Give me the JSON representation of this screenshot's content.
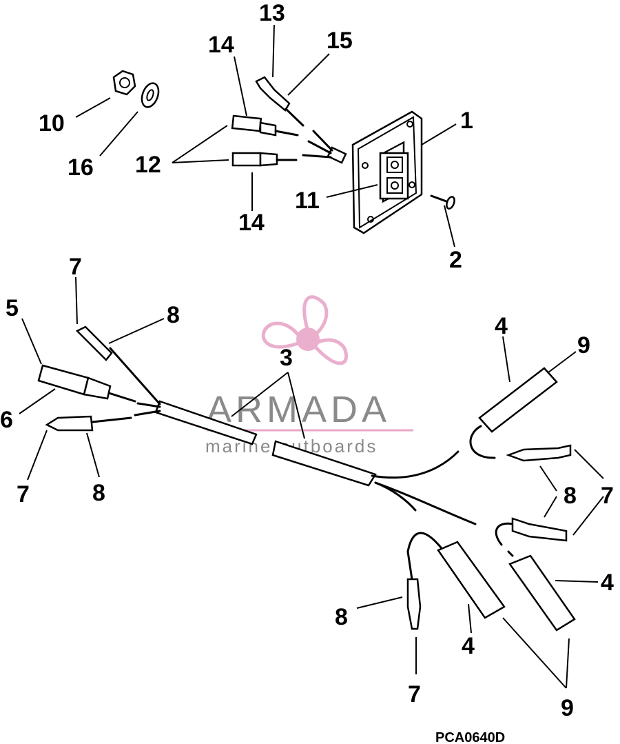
{
  "callouts": [
    {
      "id": "c13",
      "text": "13"
    },
    {
      "id": "c14a",
      "text": "14"
    },
    {
      "id": "c15",
      "text": "15"
    },
    {
      "id": "c10",
      "text": "10"
    },
    {
      "id": "c1",
      "text": "1"
    },
    {
      "id": "c16",
      "text": "16"
    },
    {
      "id": "c12",
      "text": "12"
    },
    {
      "id": "c11",
      "text": "11"
    },
    {
      "id": "c14b",
      "text": "14"
    },
    {
      "id": "c2",
      "text": "2"
    },
    {
      "id": "c7a",
      "text": "7"
    },
    {
      "id": "c5",
      "text": "5"
    },
    {
      "id": "c8a",
      "text": "8"
    },
    {
      "id": "c3",
      "text": "3"
    },
    {
      "id": "c4a",
      "text": "4"
    },
    {
      "id": "c9a",
      "text": "9"
    },
    {
      "id": "c6",
      "text": "6"
    },
    {
      "id": "c7b",
      "text": "7"
    },
    {
      "id": "c8b",
      "text": "8"
    },
    {
      "id": "c8c",
      "text": "8"
    },
    {
      "id": "c7c",
      "text": "7"
    },
    {
      "id": "c4b",
      "text": "4"
    },
    {
      "id": "c8d",
      "text": "8"
    },
    {
      "id": "c4c",
      "text": "4"
    },
    {
      "id": "c7d",
      "text": "7"
    },
    {
      "id": "c9b",
      "text": "9"
    }
  ],
  "watermark": {
    "title": "ARMADA",
    "subtitle": "marine outboards",
    "color": "#e9a7c9"
  },
  "figure_code": "PCA0640D"
}
